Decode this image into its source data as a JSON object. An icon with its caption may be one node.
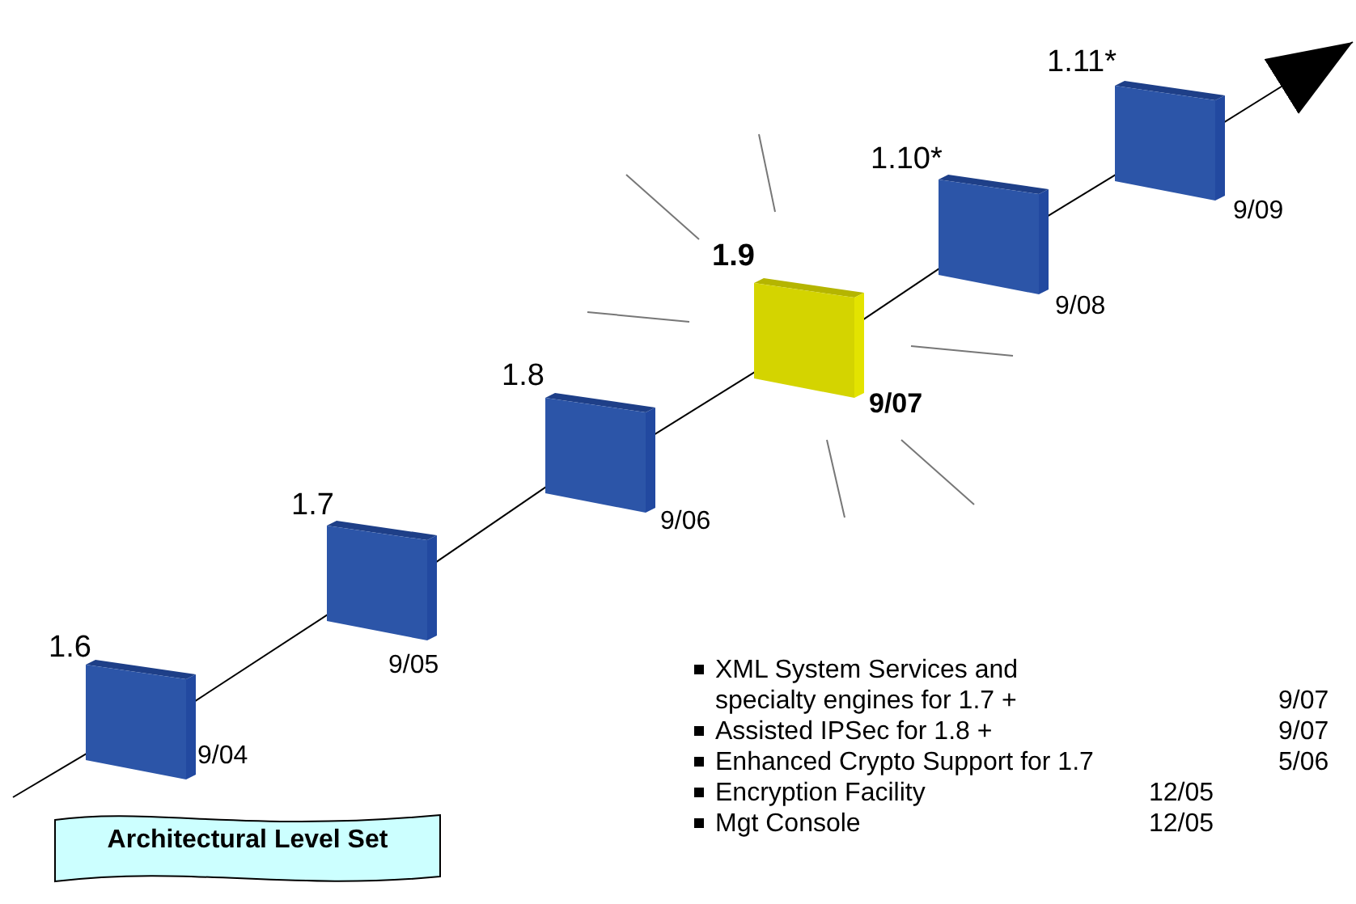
{
  "diagram": {
    "nodes": [
      {
        "text": [
          "1.6"
        ],
        "beside": [
          "9/04"
        ]
      },
      {
        "text": [
          "1.7"
        ],
        "beside": [
          "9/05"
        ]
      },
      {
        "text": [
          "1.8"
        ],
        "beside": [
          "9/06"
        ]
      },
      {
        "text": [
          "1.9"
        ],
        "beside": [
          "9/07"
        ]
      },
      {
        "text": [
          "1.10*"
        ],
        "beside": [
          "9/08"
        ]
      },
      {
        "text": [
          "1.11*"
        ],
        "beside": [
          "9/09"
        ]
      },
      {
        "text": [
          "Architectural Level Set"
        ]
      }
    ],
    "edges": [
      {
        "from": null,
        "to": 0,
        "arrow": "none"
      },
      {
        "from": 0,
        "to": 1,
        "arrow": "none"
      },
      {
        "from": 1,
        "to": 2,
        "arrow": "none"
      },
      {
        "from": 2,
        "to": 3,
        "arrow": "none"
      },
      {
        "from": 3,
        "to": 4,
        "arrow": "none"
      },
      {
        "from": 4,
        "to": 5,
        "arrow": "none"
      },
      {
        "from": 5,
        "to": null,
        "arrow": "to"
      }
    ],
    "labels": [
      "XML System Services and specialty engines for 1.7 +",
      "9/07",
      "Assisted IPSec for 1.8 +",
      "9/07",
      "Enhanced Crypto Support for 1.7",
      "5/06",
      "Encryption Facility",
      "12/05",
      "Mgt Console",
      "12/05"
    ]
  }
}
